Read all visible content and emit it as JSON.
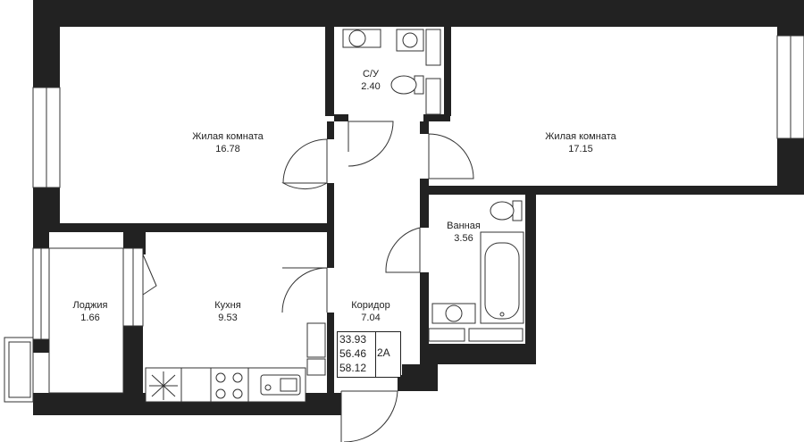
{
  "rooms": {
    "living1": {
      "name": "Жилая комната",
      "area": "16.78"
    },
    "living2": {
      "name": "Жилая комната",
      "area": "17.15"
    },
    "wc": {
      "name": "С/У",
      "area": "2.40"
    },
    "bath": {
      "name": "Ванная",
      "area": "3.56"
    },
    "loggia": {
      "name": "Лоджия",
      "area": "1.66"
    },
    "kitchen": {
      "name": "Кухня",
      "area": "9.53"
    },
    "corridor": {
      "name": "Коридор",
      "area": "7.04"
    }
  },
  "summary": {
    "living_area": "33.93",
    "total_area": "56.46",
    "total_with_loggia": "58.12",
    "apartment_type": "2А"
  },
  "colors": {
    "wall": "#222222",
    "line": "#333333",
    "background": "#ffffff"
  },
  "icons": [
    "sink-icon",
    "toilet-icon",
    "bathtub-icon",
    "stove-icon",
    "kitchen-sink-icon",
    "washing-machine-icon",
    "fan-icon"
  ]
}
